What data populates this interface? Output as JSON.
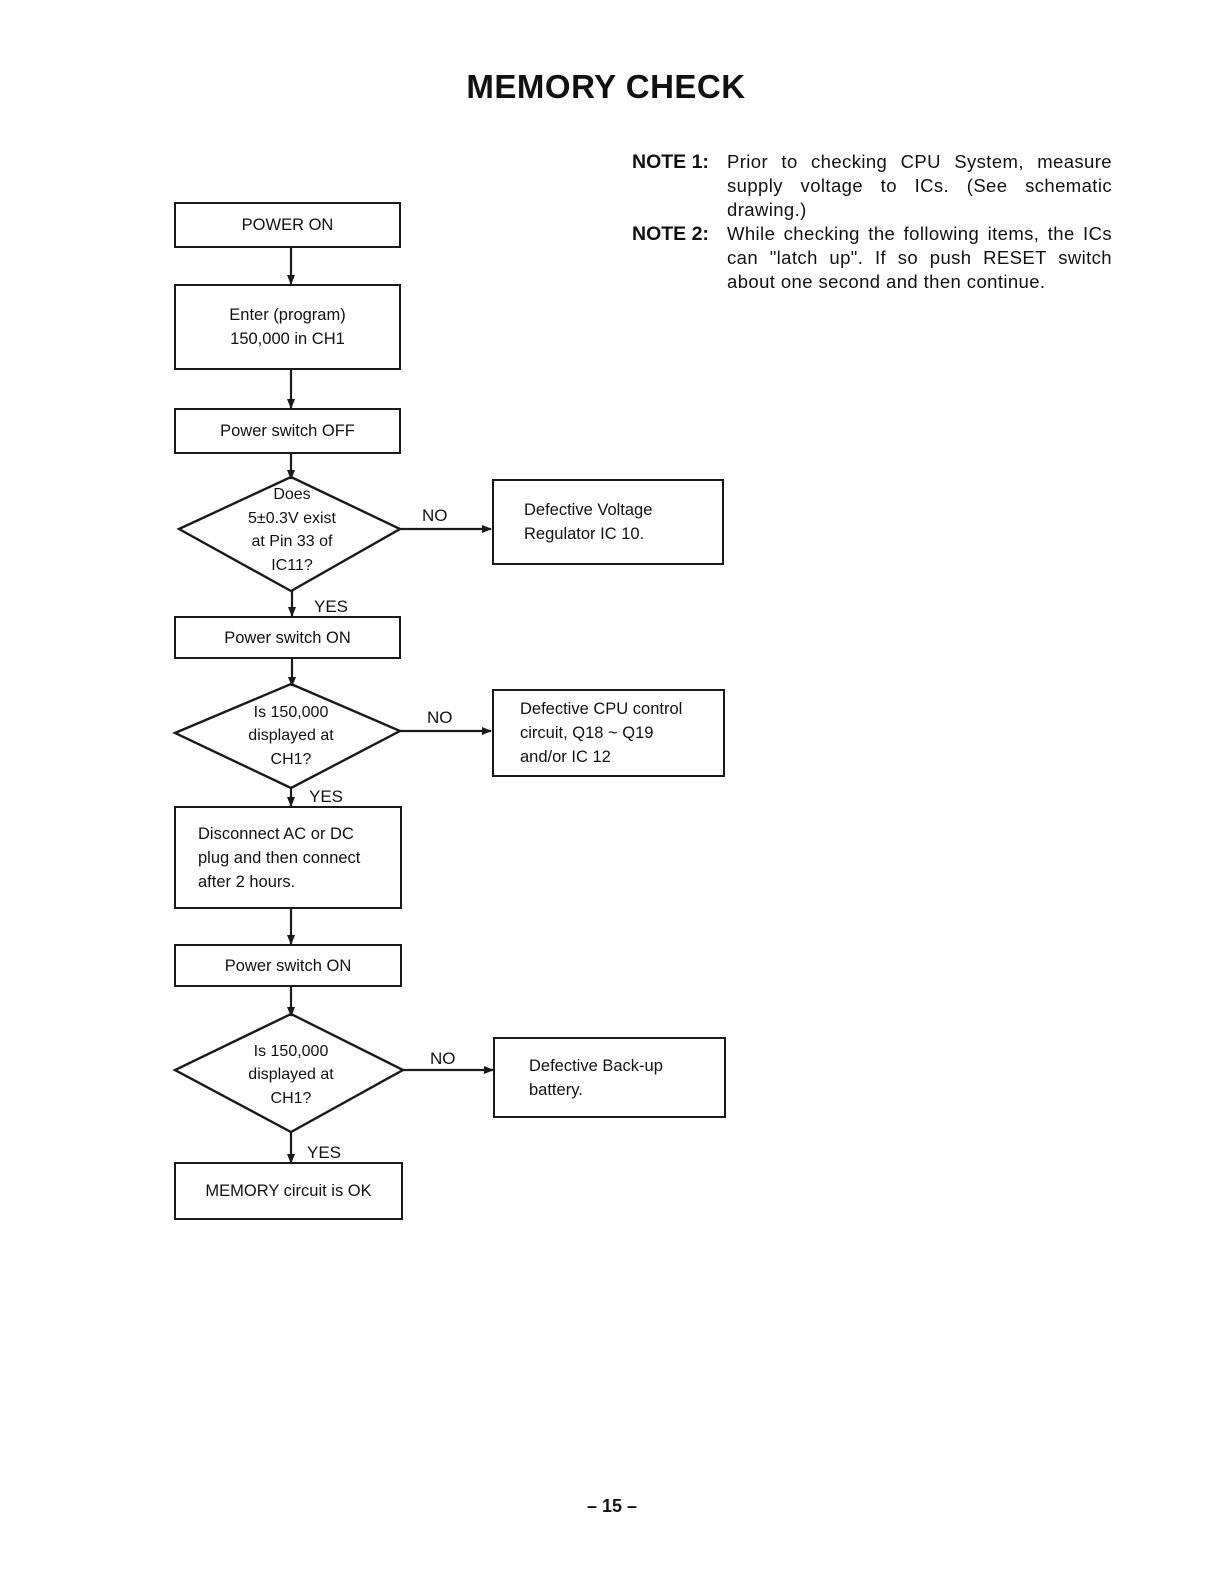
{
  "title": "MEMORY CHECK",
  "notes": [
    {
      "label": "NOTE 1:",
      "text": "Prior to checking CPU System, measure supply voltage to ICs. (See schematic drawing.)"
    },
    {
      "label": "NOTE 2:",
      "text": "While checking the following items, the ICs can \"latch up\". If so push RESET switch about one second and then continue."
    }
  ],
  "flow": {
    "power_on": [
      "POWER ON"
    ],
    "enter_program": [
      "Enter (program)",
      "150,000 in CH1"
    ],
    "power_switch_off": [
      "Power switch OFF"
    ],
    "decision_voltage": [
      "Does",
      "5±0.3V exist",
      "at Pin 33 of",
      "IC11?"
    ],
    "defective_regulator": [
      "Defective Voltage",
      "Regulator IC 10."
    ],
    "power_switch_on_1": [
      "Power switch ON"
    ],
    "decision_display_1": [
      "Is 150,000",
      "displayed at",
      "CH1?"
    ],
    "defective_cpu": [
      "Defective CPU control",
      "circuit, Q18 ~ Q19",
      "and/or IC 12"
    ],
    "disconnect": [
      "Disconnect AC or DC",
      "plug and then connect",
      "after 2 hours."
    ],
    "power_switch_on_2": [
      "Power switch ON"
    ],
    "decision_display_2": [
      "Is 150,000",
      "displayed at",
      "CH1?"
    ],
    "defective_battery": [
      "Defective Back-up",
      "battery."
    ],
    "memory_ok": [
      "MEMORY circuit is OK"
    ]
  },
  "labels": {
    "yes": "YES",
    "no": "NO"
  },
  "page_number": "– 15 –"
}
